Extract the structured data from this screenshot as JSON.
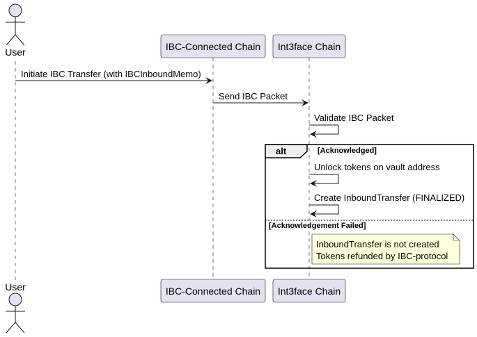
{
  "participants": {
    "user": "User",
    "ibc_chain": "IBC-Connected Chain",
    "int3face": "Int3face Chain"
  },
  "messages": {
    "m1": "Initiate IBC Transfer (with IBCInboundMemo)",
    "m2": "Send IBC Packet",
    "m3": "Validate IBC Packet",
    "m4": "Unlock tokens on vault address",
    "m5": "Create InboundTransfer (FINALIZED)"
  },
  "alt_block": {
    "keyword": "alt",
    "condition_1": "[Acknowledged]",
    "condition_2": "[Acknowledgement Failed]"
  },
  "note": {
    "line1": "InboundTransfer is not created",
    "line2": "Tokens refunded by IBC-protocol"
  },
  "colors": {
    "participant_fill": "#E2E2F0",
    "participant_border": "#181818",
    "note_fill": "#FEFFDD",
    "lifeline": "#181818"
  }
}
